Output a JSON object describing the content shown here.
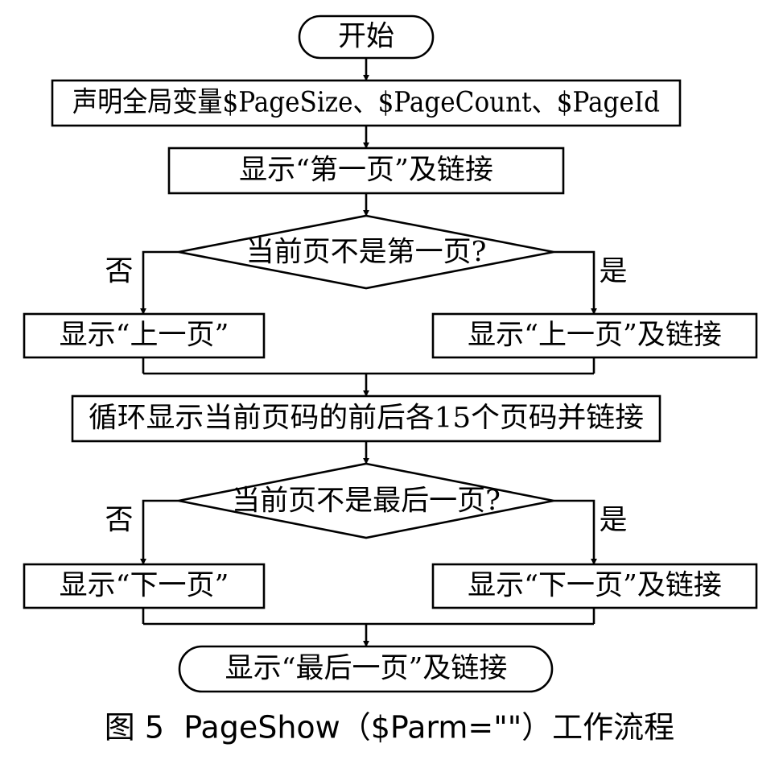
{
  "nodes": {
    "start": "开始",
    "declare": "声明全局变量$PageSize、$PageCount、$PageId",
    "show_first": "显示“第一页”及链接",
    "decision_first": "当前页不是第一页?",
    "show_prev_plain": "显示“上一页”",
    "show_prev_link": "显示“上一页”及链接",
    "loop_pages": "循环显示当前页码的前后各15个页码并链接",
    "decision_last": "当前页不是最后一页?",
    "show_next_plain": "显示“下一页”",
    "show_next_link": "显示“下一页”及链接",
    "show_last": "显示“最后一页”及链接"
  },
  "branch_labels": {
    "no": "否",
    "yes": "是"
  },
  "caption": "图 5  PageShow（$Parm=\"\"）工作流程"
}
